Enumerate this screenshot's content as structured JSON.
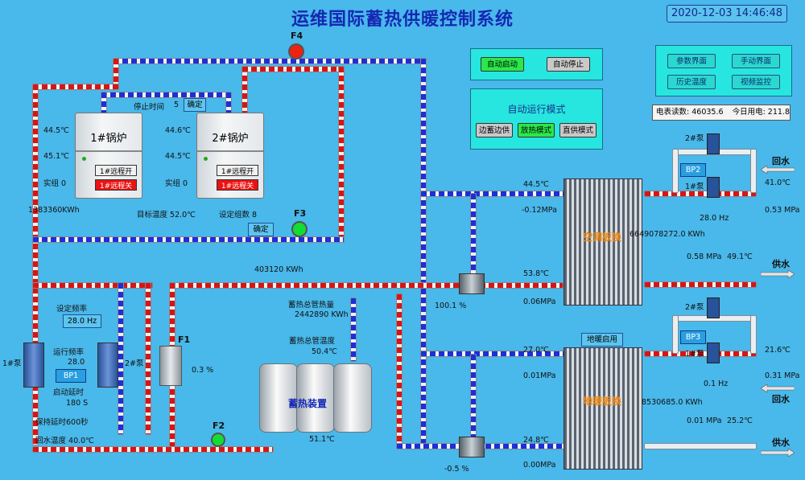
{
  "header": {
    "title": "运维国际蓄热供暖控制系统",
    "datetime": "2020-12-03 14:46:48"
  },
  "controls": {
    "auto_start": "自动启动",
    "auto_stop": "自动停止",
    "mode_title": "自动运行模式",
    "mode_store_supply": "边蓄边供",
    "mode_release": "放热模式",
    "mode_direct": "直供模式"
  },
  "nav": {
    "params": "参数界面",
    "manual": "手动界面",
    "history": "历史温度",
    "video": "视频监控"
  },
  "meter": {
    "reading_label": "电表读数:",
    "reading": "46035.6",
    "today_label": "今日用电:",
    "today": "211.8"
  },
  "boilers": {
    "b1": {
      "name": "1#锅炉",
      "remote_on": "1#远程开",
      "remote_off": "1#远程关"
    },
    "b2": {
      "name": "2#锅炉",
      "remote_on": "1#远程开",
      "remote_off": "1#远程关"
    },
    "stop_time_label": "停止时间",
    "stop_time": "5",
    "confirm": "确定",
    "confirm2": "确定",
    "b1_t1": "44.5℃",
    "b1_t2": "45.1℃",
    "b1_group": "实组 0",
    "b2_t1": "44.6℃",
    "b2_t2": "44.5℃",
    "b2_group": "实组 0",
    "target_temp": "目标温度 52.0℃",
    "set_groups": "设定组数 8"
  },
  "left": {
    "energy": "1383360KWh",
    "set_freq_label": "设定频率",
    "set_freq": "28.0 Hz",
    "run_freq_label": "运行频率",
    "run_freq": "28.0",
    "bp1": "BP1",
    "start_delay_label": "启动延时",
    "start_delay": "180 S",
    "hold_delay": "保持延时600秒",
    "return_temp": "回水温度 40.0℃",
    "pump1": "1#泵",
    "pump2": "2#泵"
  },
  "storage": {
    "energy_mid": "403120 KWh",
    "total_heat_label": "蓄热总管热量",
    "total_heat": "2442890 KWh",
    "total_temp_label": "蓄热总管温度",
    "total_temp": "50.4℃",
    "device": "蓄热装置",
    "bottom_temp": "51.1℃",
    "f1": "F1",
    "f1_pct": "0.3 %",
    "f2": "F2",
    "f3": "F3",
    "f4": "F4"
  },
  "hx1": {
    "name": "空调板换",
    "t_in": "44.5℃",
    "p_in": "-0.12MPa",
    "t_out": "53.8℃",
    "p_out": "0.06MPa",
    "valve": "100.1 %",
    "energy": "6649078272.0 KWh",
    "pump2": "2#泵",
    "pump1": "1#泵",
    "bp": "BP2",
    "freq": "28.0 Hz",
    "return_label": "回水",
    "return_temp": "41.0℃",
    "return_p": "0.53 MPa",
    "supply_label": "供水",
    "supply_p": "0.58 MPa",
    "supply_t": "49.1℃"
  },
  "hx2": {
    "name": "地暖板换",
    "enable": "地暖启用",
    "t_in": "27.0℃",
    "p_in": "0.01MPa",
    "t_out": "24.8℃",
    "p_out": "0.00MPa",
    "valve": "-0.5 %",
    "energy": "8530685.0 KWh",
    "pump2": "2#泵",
    "pump1": "1#泵",
    "bp": "BP3",
    "freq": "0.1 Hz",
    "return_label": "回水",
    "return_temp": "21.6℃",
    "return_p": "0.31 MPa",
    "supply_label": "供水",
    "supply_p": "0.01 MPa",
    "supply_t": "25.2℃"
  }
}
